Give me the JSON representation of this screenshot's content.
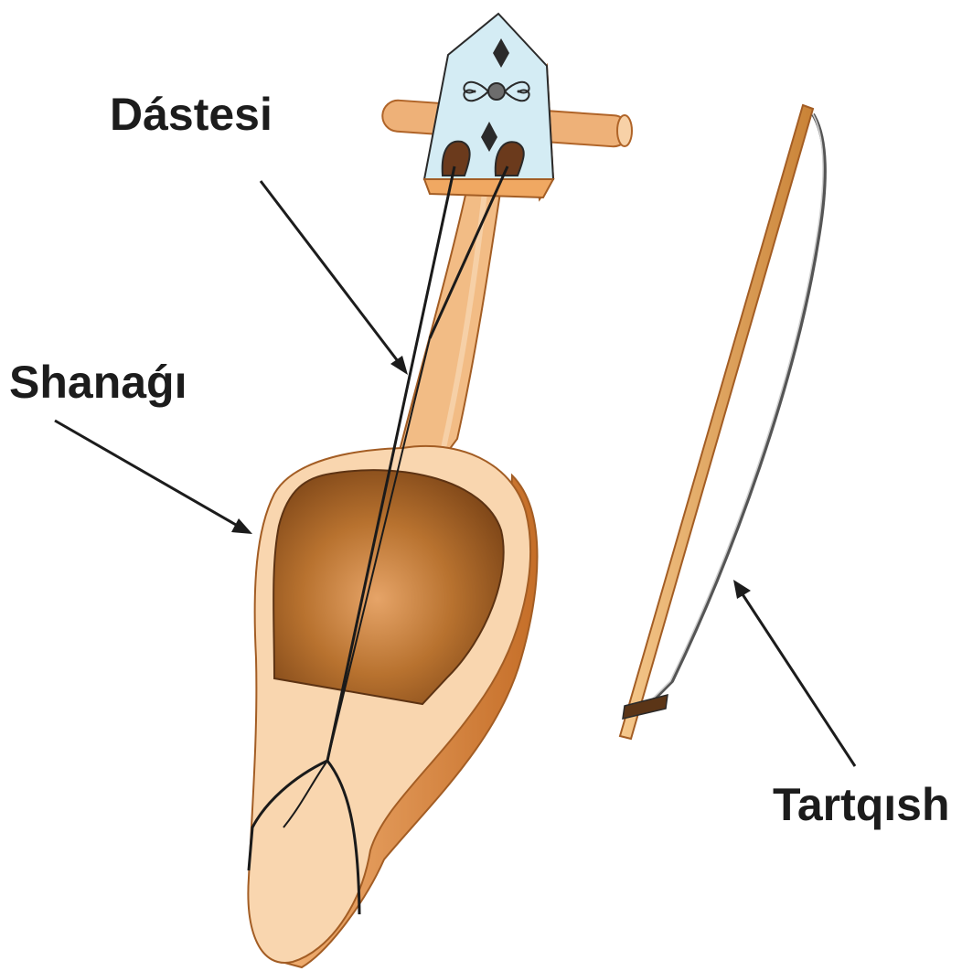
{
  "labels": {
    "neck": "Dástesi",
    "body": "Shanaǵı",
    "bow": "Tartqısh"
  },
  "colors": {
    "wood_light": "#f8d2a8",
    "wood_mid": "#e8a766",
    "wood_dark": "#c9742c",
    "bowl_inner": "#9a5a26",
    "headstock": "#d4ecf4",
    "string": "#1a1a1a",
    "arrow": "#1c1c1c"
  }
}
